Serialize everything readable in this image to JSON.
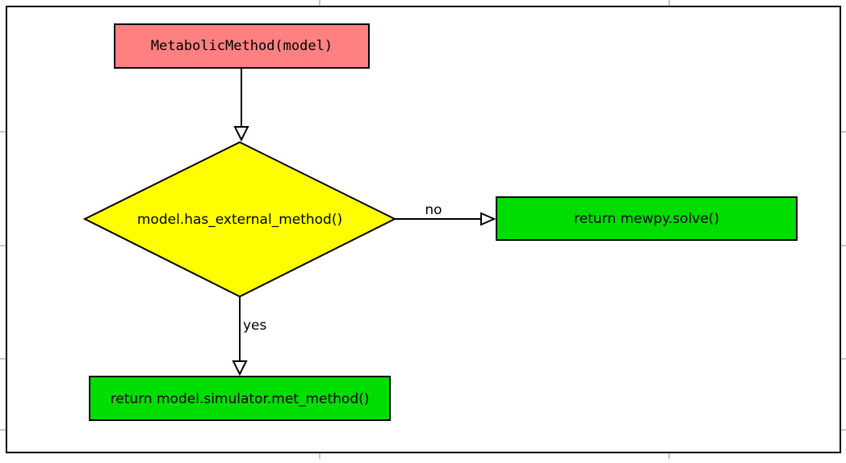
{
  "diagram": {
    "type": "flowchart",
    "nodes": {
      "start": {
        "label": "MetabolicMethod(model)",
        "shape": "rectangle",
        "fill": "#ff8080"
      },
      "decision": {
        "label": "model.has_external_method()",
        "shape": "diamond",
        "fill": "#ffff00"
      },
      "no_result": {
        "label": "return mewpy.solve()",
        "shape": "rectangle",
        "fill": "#00dd00"
      },
      "yes_result": {
        "label": "return model.simulator.met_method()",
        "shape": "rectangle",
        "fill": "#00dd00"
      }
    },
    "edges": {
      "start_to_decision": {
        "from": "start",
        "to": "decision",
        "label": ""
      },
      "decision_no": {
        "from": "decision",
        "to": "no_result",
        "label": "no"
      },
      "decision_yes": {
        "from": "decision",
        "to": "yes_result",
        "label": "yes"
      }
    }
  }
}
